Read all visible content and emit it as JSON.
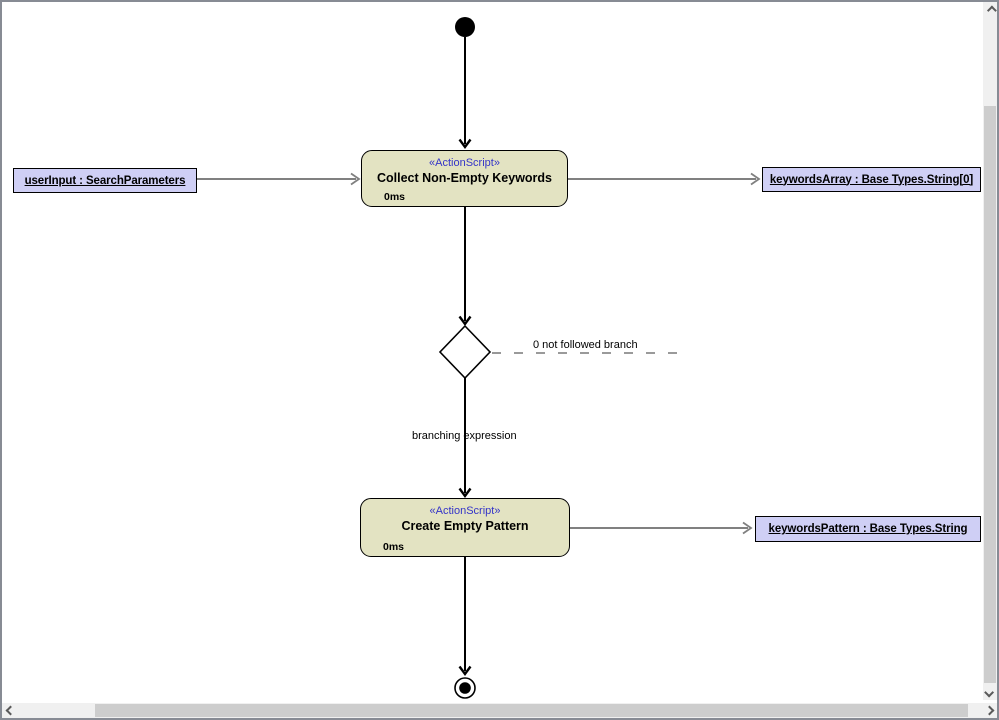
{
  "diagram": {
    "actions": [
      {
        "stereotype": "«ActionScript»",
        "name": "Collect Non-Empty Keywords",
        "duration": "0ms"
      },
      {
        "stereotype": "«ActionScript»",
        "name": "Create Empty Pattern",
        "duration": "0ms"
      }
    ],
    "objects": [
      {
        "label": "userInput : SearchParameters"
      },
      {
        "label": "keywordsArray : Base Types.String[0]"
      },
      {
        "label": "keywordsPattern : Base Types.String"
      }
    ],
    "edge_labels": {
      "not_followed": "0 not followed branch",
      "branching": "branching expression"
    }
  },
  "icons": {
    "scroll_up": "chevron-up",
    "scroll_down": "chevron-down",
    "scroll_left": "chevron-left",
    "scroll_right": "chevron-right"
  },
  "colors": {
    "action_fill": "#e3e3c2",
    "object_fill": "#cfcff5",
    "stereotype_text": "#3434c8",
    "node_border": "#000000",
    "edge_gray": "#808080",
    "window_border": "#878b94",
    "scrollbar_track": "#f0f0f0",
    "scrollbar_thumb": "#cdcdcd",
    "scrollbar_arrow": "#5a5a5a"
  }
}
